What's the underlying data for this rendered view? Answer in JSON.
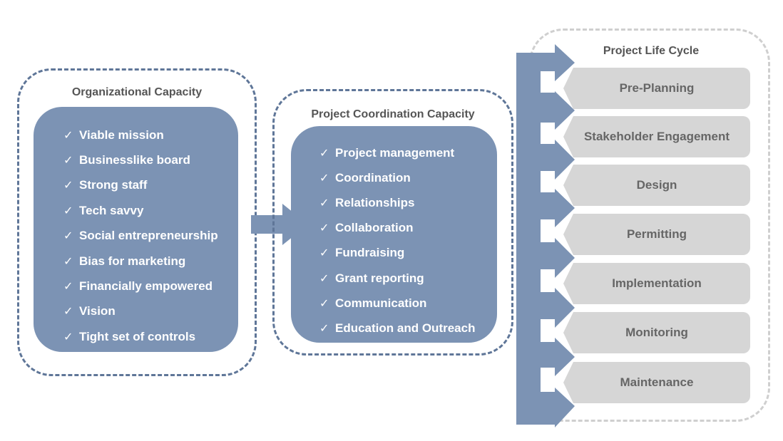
{
  "organizational_capacity": {
    "title": "Organizational Capacity",
    "items": [
      "Viable mission",
      "Businesslike board",
      "Strong staff",
      "Tech savvy",
      "Social entrepreneurship",
      "Bias for marketing",
      "Financially empowered",
      "Vision",
      "Tight set of controls"
    ]
  },
  "project_coordination_capacity": {
    "title": "Project Coordination Capacity",
    "items": [
      "Project management",
      "Coordination",
      "Relationships",
      "Collaboration",
      "Fundraising",
      "Grant reporting",
      "Communication",
      "Education and Outreach"
    ]
  },
  "project_life_cycle": {
    "title": "Project Life Cycle",
    "stages": [
      "Pre-Planning",
      "Stakeholder Engagement",
      "Design",
      "Permitting",
      "Implementation",
      "Monitoring",
      "Maintenance"
    ]
  },
  "check_glyph": "✓",
  "colors": {
    "panel": "#7c93b4",
    "arrow": "#7c93b4",
    "dashed_border": "#5f7698",
    "life_cycle_border": "#cfcfcf",
    "stage_fill": "#d6d6d6",
    "stage_text": "#666666",
    "title_text": "#555555"
  }
}
